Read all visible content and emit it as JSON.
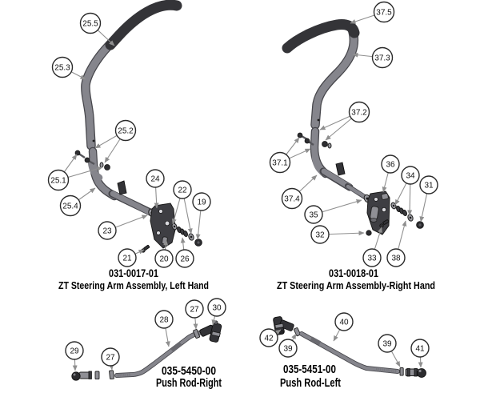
{
  "diagram": {
    "type": "exploded-parts-diagram",
    "colors": {
      "background": "#ffffff",
      "leader_line": "#8f8f8f",
      "balloon_stroke": "#2b2b2b",
      "grip": "#343438",
      "tube_light": "#85858c",
      "tube_dark": "#46464b",
      "bracket": "#3e3e43",
      "hardware_dark": "#2c2c2f",
      "hardware_light": "#9a9aa0",
      "label_text": "#000000"
    },
    "assemblies": [
      {
        "id": "zt-steering-arm-left",
        "part_number": "031-0017-01",
        "title": "ZT Steering Arm Assembly, Left Hand",
        "callouts": [
          "25.5",
          "25.3",
          "25.2",
          "25.1",
          "25.4",
          "23",
          "21",
          "24",
          "22",
          "19",
          "20",
          "26"
        ]
      },
      {
        "id": "zt-steering-arm-right",
        "part_number": "031-0018-01",
        "title": "ZT Steering Arm Assembly-Right Hand",
        "callouts": [
          "37.5",
          "37.3",
          "37.2",
          "37.1",
          "37.4",
          "35",
          "32",
          "36",
          "34",
          "31",
          "33",
          "38"
        ]
      },
      {
        "id": "push-rod-right",
        "part_number": "035-5450-00",
        "title": "Push Rod-Right",
        "callouts": [
          "29",
          "27",
          "28",
          "27",
          "30"
        ]
      },
      {
        "id": "push-rod-left",
        "part_number": "035-5451-00",
        "title": "Push Rod-Left",
        "callouts": [
          "42",
          "39",
          "40",
          "39",
          "41"
        ]
      }
    ]
  }
}
